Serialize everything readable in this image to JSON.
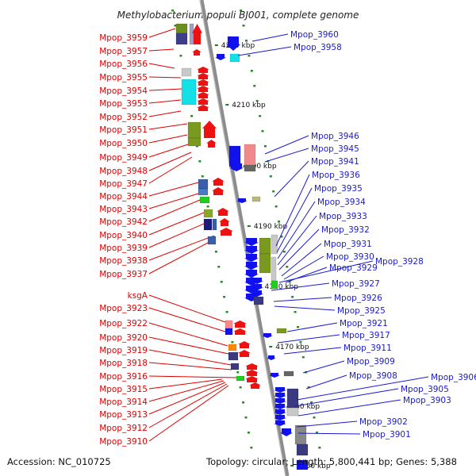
{
  "title": "Methylobacterium populi BJ001, complete genome",
  "footer": {
    "accession": "Accession: NC_010725",
    "summary": "Topology: circular; Length: 5,800,441 bp; Genes: 5,388"
  },
  "colors": {
    "left_label": "#dd0000",
    "right_label": "#1a1acc",
    "backbone": "#8a8a8a",
    "forward_gene": "#ee1111",
    "reverse_gene": "#1111ee",
    "dot": "#2a8a2a"
  },
  "ticks": [
    "4220 kbp",
    "4210 kbp",
    "4200 kbp",
    "4190 kbp",
    "4180 kbp",
    "4170 kbp",
    "4160 kbp",
    "4150 kbp"
  ],
  "left_labels": [
    "Mpop_3959",
    "Mpop_3957",
    "Mpop_3956",
    "Mpop_3955",
    "Mpop_3954",
    "Mpop_3953",
    "Mpop_3952",
    "Mpop_3951",
    "Mpop_3950",
    "Mpop_3949",
    "Mpop_3948",
    "Mpop_3947",
    "Mpop_3944",
    "Mpop_3943",
    "Mpop_3942",
    "Mpop_3940",
    "Mpop_3939",
    "Mpop_3938",
    "Mpop_3937",
    "ksgA",
    "Mpop_3923",
    "Mpop_3922",
    "Mpop_3920",
    "Mpop_3919",
    "Mpop_3918",
    "Mpop_3916",
    "Mpop_3915",
    "Mpop_3914",
    "Mpop_3913",
    "Mpop_3912",
    "Mpop_3910"
  ],
  "right_labels": [
    "Mpop_3960",
    "Mpop_3958",
    "Mpop_3946",
    "Mpop_3945",
    "Mpop_3941",
    "Mpop_3936",
    "Mpop_3935",
    "Mpop_3934",
    "Mpop_3933",
    "Mpop_3932",
    "Mpop_3931",
    "Mpop_3930",
    "Mpop_3928",
    "Mpop_3929",
    "Mpop_3927",
    "Mpop_3926",
    "Mpop_3925",
    "Mpop_3921",
    "Mpop_3917",
    "Mpop_3911",
    "Mpop_3909",
    "Mpop_3908",
    "Mpop_3906",
    "Mpop_3905",
    "Mpop_3903",
    "Mpop_3902",
    "Mpop_3901"
  ]
}
